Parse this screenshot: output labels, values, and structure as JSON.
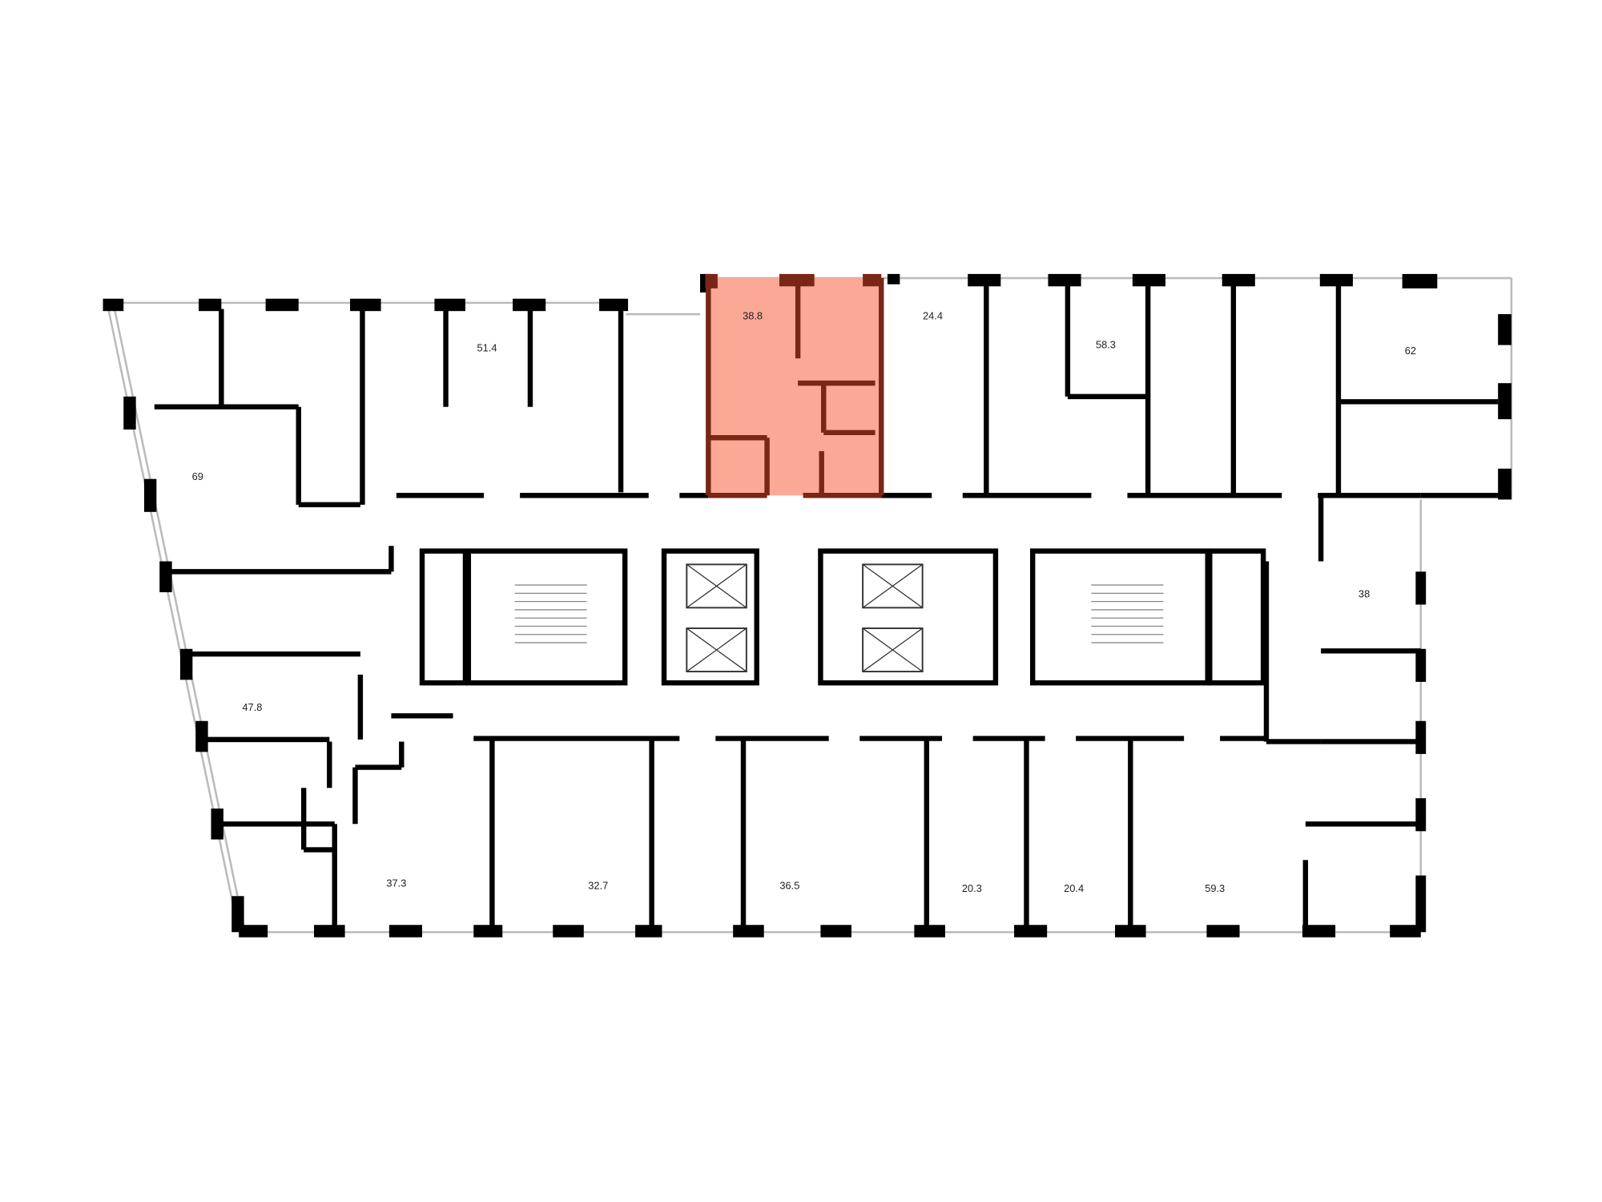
{
  "floor_plan": {
    "highlight_color": "#FCA896",
    "highlight_wall_color": "#7A2617",
    "wall_color": "#000000",
    "selected_apartment": "38.8",
    "apartments": [
      {
        "area": "38.8",
        "selected": true
      },
      {
        "area": "24.4"
      },
      {
        "area": "51.4"
      },
      {
        "area": "58.3"
      },
      {
        "area": "62"
      },
      {
        "area": "69"
      },
      {
        "area": "38"
      },
      {
        "area": "47.8"
      },
      {
        "area": "37.3"
      },
      {
        "area": "32.7"
      },
      {
        "area": "36.5"
      },
      {
        "area": "20.3"
      },
      {
        "area": "20.4"
      },
      {
        "area": "59.3"
      }
    ]
  }
}
